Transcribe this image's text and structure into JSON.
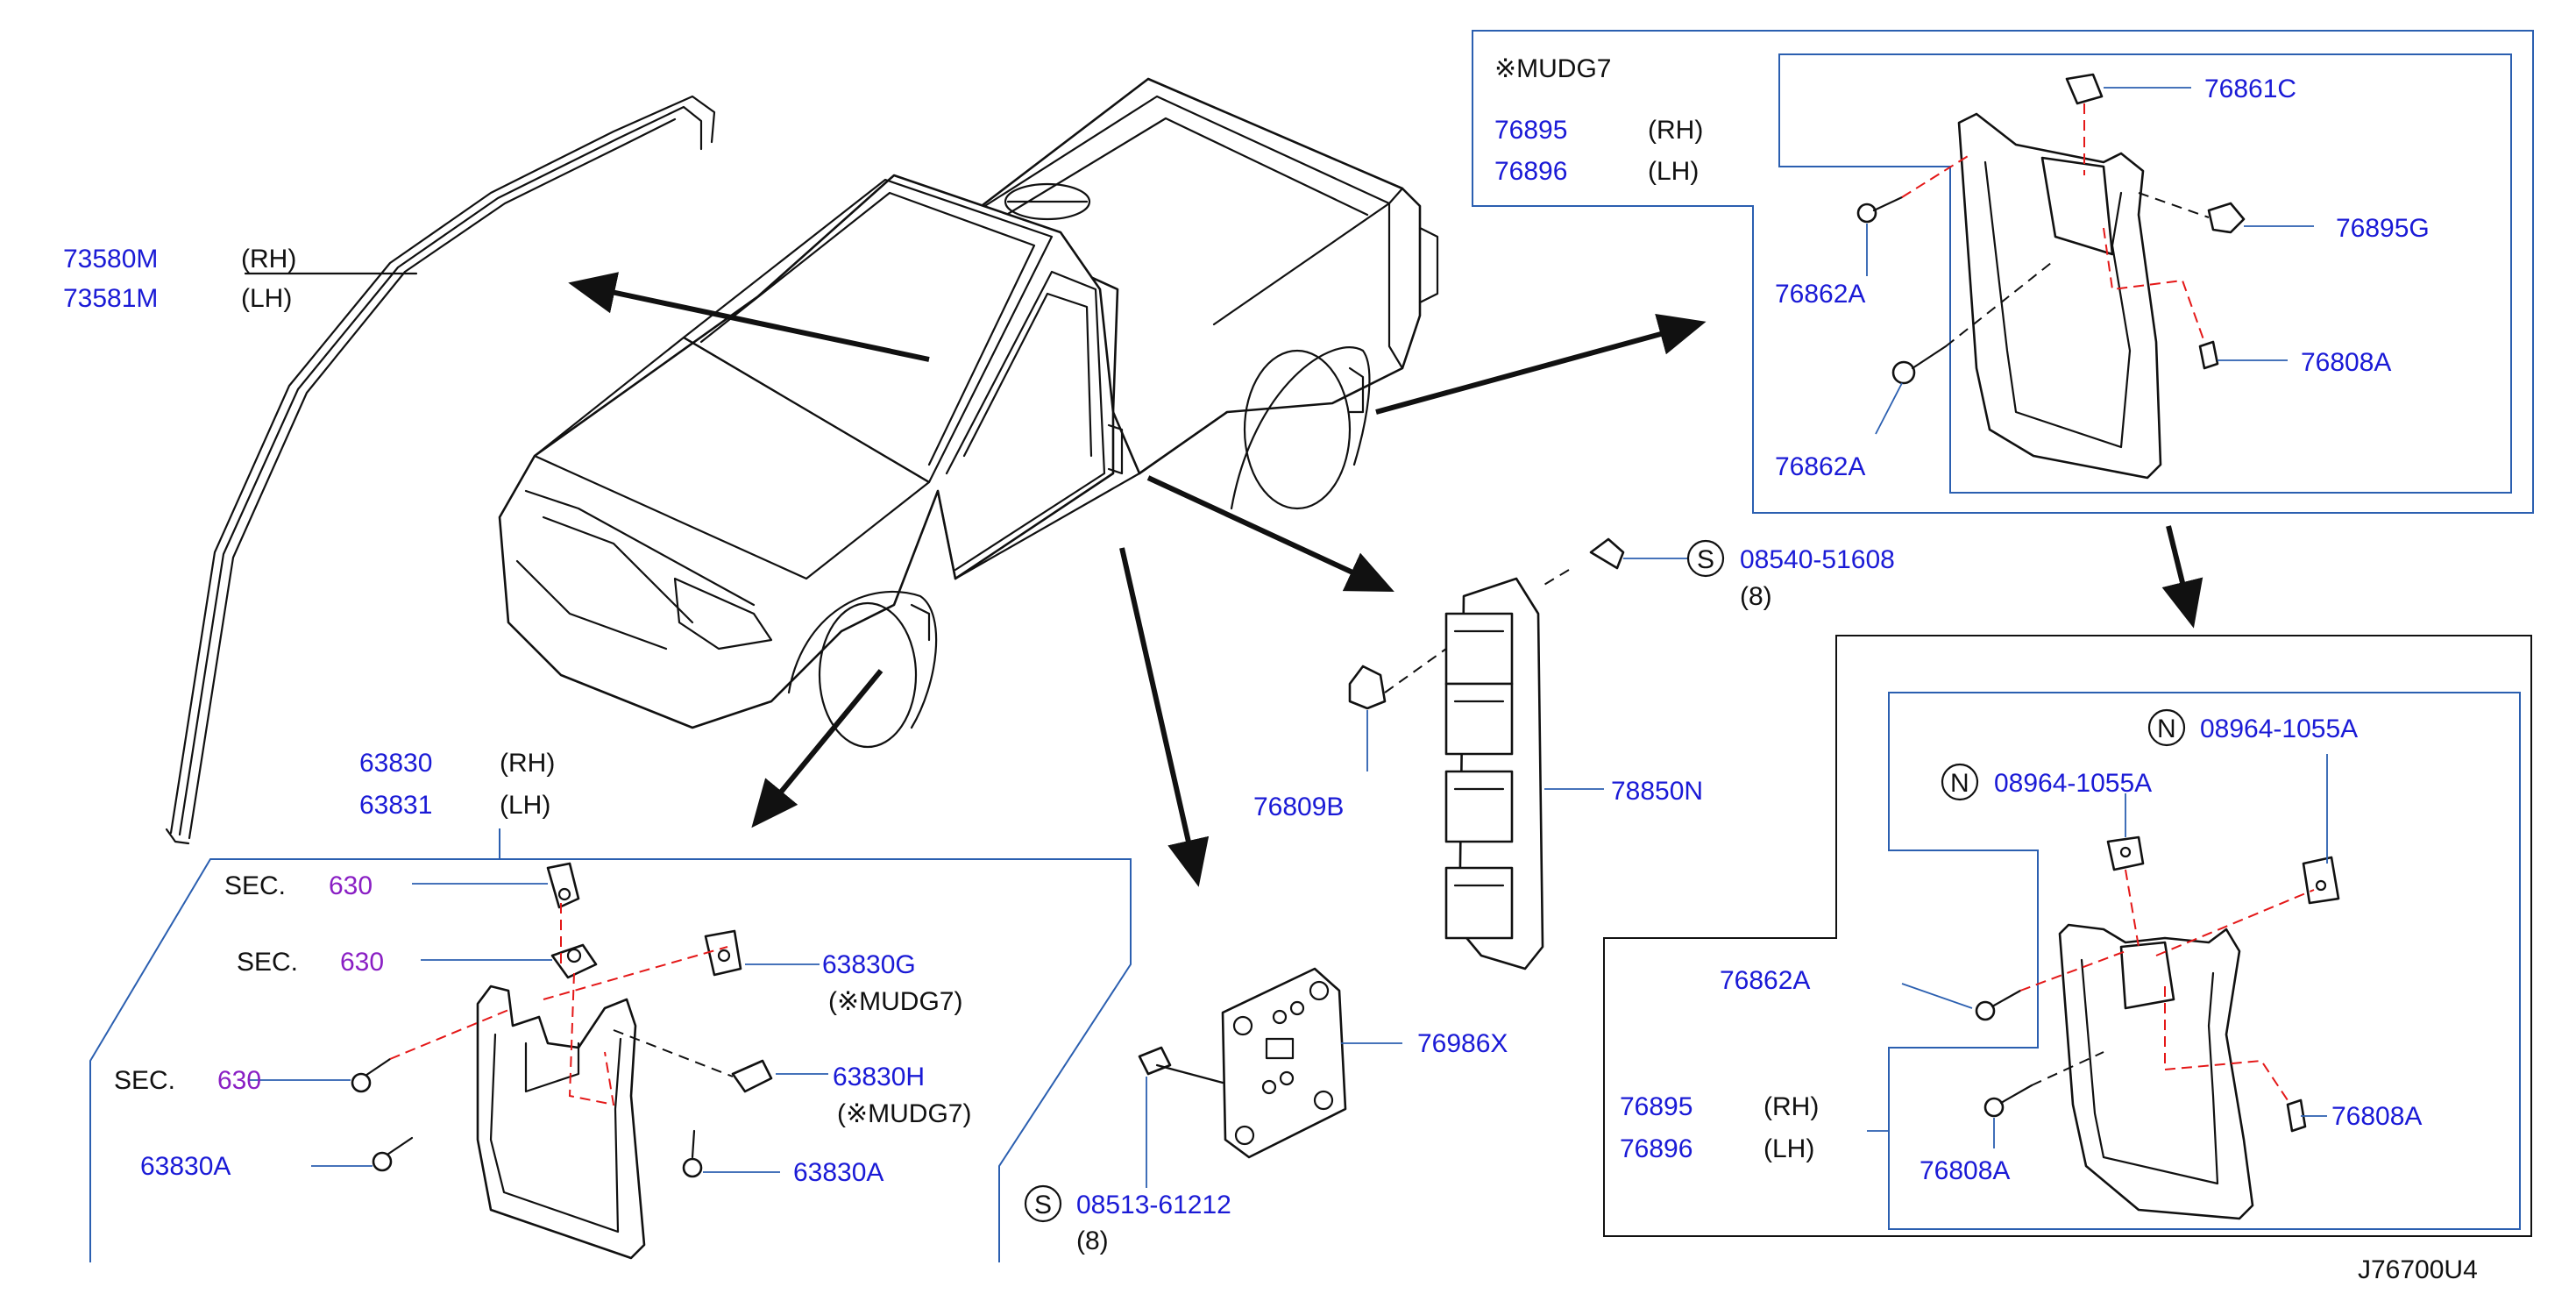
{
  "diagram_code": "J76700U4",
  "labels": {
    "p73580": "73580M",
    "p73580_side": "(RH)",
    "p73581": "73581M",
    "p73581_side": "(LH)",
    "p63830": "63830",
    "p63830_side": "(RH)",
    "p63831": "63831",
    "p63831_side": "(LH)",
    "sec": "SEC.",
    "sec_num": "630",
    "p63830G": "63830G",
    "mudg_a": "(※MUDG7)",
    "p63830H": "63830H",
    "mudg_b": "(※MUDG7)",
    "p63830A": "63830A",
    "p08513": "08513-61212",
    "qty8": "(8)",
    "p76986X": "76986X",
    "p76809B": "76809B",
    "p78850N": "78850N",
    "p08540": "08540-51608",
    "s_circle": "S",
    "n_circle": "N",
    "mudg_header": "※MUDG7",
    "p76895": "76895",
    "p76896": "76896",
    "rh": "(RH)",
    "lh": "(LH)",
    "p76861C": "76861C",
    "p76895G": "76895G",
    "p76862A": "76862A",
    "p76808A": "76808A",
    "p08964": "08964-1055A"
  },
  "colors": {
    "part_number": "#1a1ad6",
    "section_ref": "#8a1fc4",
    "frame": "#2b5fb0",
    "assembly_line": "#e41818"
  }
}
